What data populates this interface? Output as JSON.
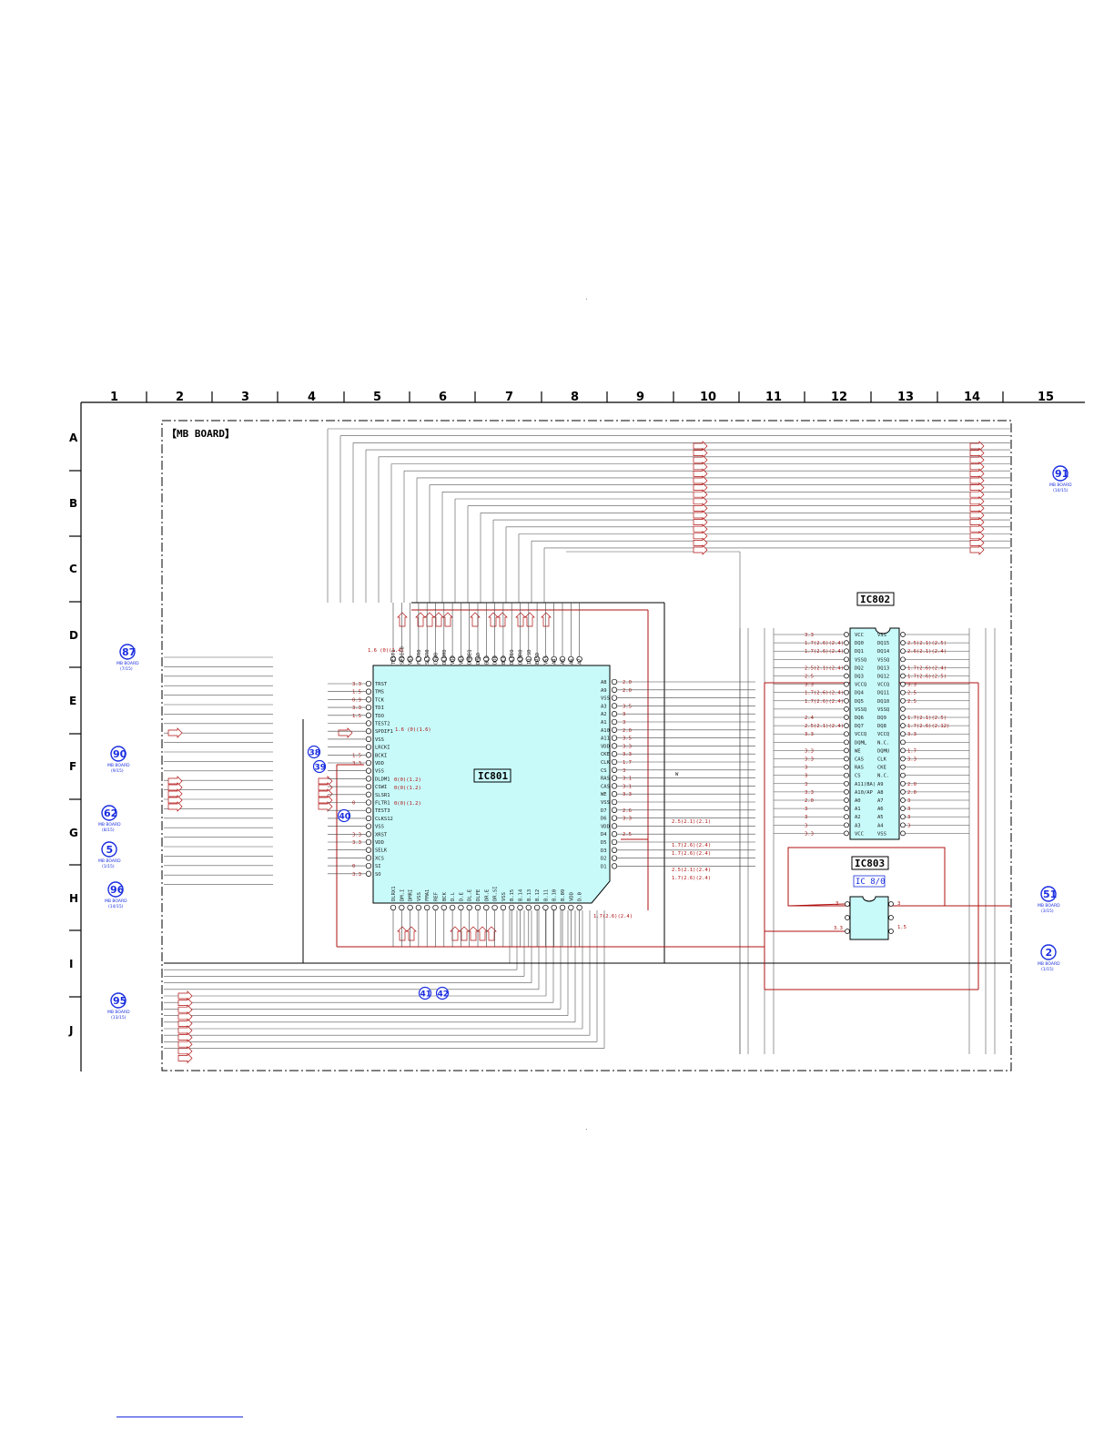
{
  "page": {
    "board_title": "【MB BOARD】",
    "center_marks": [
      ".",
      "."
    ]
  },
  "grid": {
    "columns": [
      "1",
      "2",
      "3",
      "4",
      "5",
      "6",
      "7",
      "8",
      "9",
      "10",
      "11",
      "12",
      "13",
      "14",
      "15"
    ],
    "rows": [
      "A",
      "B",
      "C",
      "D",
      "E",
      "F",
      "G",
      "H",
      "I",
      "J"
    ]
  },
  "ics": {
    "ic801": {
      "label": "IC801",
      "body_color": "#c8fafa"
    },
    "ic802": {
      "label": "IC802"
    },
    "ic803": {
      "label": "IC803",
      "sublabel": "IC 8/0"
    }
  },
  "ic801_left_pins": [
    "TRST",
    "TMS",
    "TCK",
    "TDI",
    "TDO",
    "TEST2",
    "SPDIF1",
    "VSS",
    "LRCKI",
    "BCKI",
    "VDD",
    "VSS",
    "DLDM1",
    "CSWI",
    "SLSR1",
    "FLTR1",
    "TEST3",
    "CLKS12",
    "VSS",
    "XRST",
    "VDD",
    "SELK",
    "XCS",
    "SI",
    "SO"
  ],
  "ic801_left_volts": [
    "3.3",
    "1.5",
    "0.9",
    "3.3",
    "1.5",
    "",
    "",
    "",
    "",
    "1.5",
    "3.3",
    "",
    "",
    "",
    "",
    "0",
    "",
    "",
    "",
    "3.3",
    "3.3",
    "",
    "",
    "0",
    "3.3"
  ],
  "ic801_right_pins": [
    "A8",
    "A9",
    "VSS",
    "A3",
    "A2",
    "A1",
    "A10",
    "A11",
    "VDD",
    "CKE",
    "CLK",
    "CS",
    "RAS",
    "CAS",
    "WE",
    "VSS",
    "D7",
    "D6",
    "VDD",
    "D4",
    "D5",
    "D3",
    "D2",
    "D1"
  ],
  "ic801_right_volts": [
    "2.0",
    "2.0",
    "",
    "3.5",
    "3",
    "3",
    "2.0",
    "3.5",
    "3.3",
    "3.3",
    "1.7",
    "3",
    "3.1",
    "3.1",
    "3.3",
    "",
    "2.6",
    "3.3",
    "",
    "2.5",
    "",
    "",
    "",
    ""
  ],
  "ic801_top_pins": [
    "TEST1",
    "SPDIF0",
    "VSS",
    "FLTR0",
    "SLSR0",
    "CSW0",
    "DLDM0",
    "VDD",
    "VSS",
    "DMREQ",
    "DMAD",
    "BLD",
    "DDB",
    "BCO",
    "DLFEO",
    "DLMR0",
    "ID.SD",
    "ERSD",
    "VSS",
    "A4",
    "A5",
    "A6",
    "A7"
  ],
  "ic801_bottom_pins": [
    "DLRX1",
    "DM.I",
    "DMRI",
    "VSS",
    "FMA1",
    "REF",
    "BCK",
    "D.L",
    "D.E",
    "DL.E",
    "DLFE",
    "DR.E",
    "DR.SI",
    "VSS",
    "B.15",
    "B.14",
    "B.13",
    "B.12",
    "B.11",
    "B.10",
    "B.09",
    "VDD",
    "D.0"
  ],
  "ic802_left_pins": [
    "VCC",
    "DQ0",
    "DQ1",
    "VSSQ",
    "DQ2",
    "DQ3",
    "VCCQ",
    "DQ4",
    "DQ5",
    "VSSQ",
    "DQ6",
    "DQ7",
    "VCCQ",
    "DQML",
    "WE",
    "CAS",
    "RAS",
    "CS",
    "A11(BA)",
    "A10/AP",
    "A0",
    "A1",
    "A2",
    "A3",
    "VCC"
  ],
  "ic802_right_pins": [
    "VSS",
    "DQ15",
    "DQ14",
    "VSSQ",
    "DQ13",
    "DQ12",
    "VCCQ",
    "DQ11",
    "DQ10",
    "VSSQ",
    "DQ9",
    "DQ8",
    "VCCQ",
    "N.C.",
    "DQMU",
    "CLK",
    "CKE",
    "N.C.",
    "A9",
    "A8",
    "A7",
    "A6",
    "A5",
    "A4",
    "VSS"
  ],
  "ic802_left_volts": [
    "3.3",
    "1.7(2.6)(2.4)",
    "1.7(2.6)(2.4)",
    "",
    "2.5(2.1)(2.4)",
    "2.5",
    "3.3",
    "1.7(2.6)(2.4)",
    "1.7(2.6)(2.4)",
    "",
    "2.4",
    "2.5(2.1)(2.4)",
    "3.3",
    "",
    "3.3",
    "3.3",
    "3",
    "3",
    "3",
    "3.3",
    "2.0",
    "3",
    "3",
    "3",
    "3.3"
  ],
  "ic802_right_volts": [
    "",
    "2.5(2.1)(2.5)",
    "2.6(2.1)(2.4)",
    "",
    "1.7(2.6)(2.4)",
    "1.7(2.6)(2.5)",
    "3.3",
    "2.5",
    "2.5",
    "",
    "1.7(2.1)(2.5)",
    "1.7(2.6)(2.12)",
    "3.3",
    "",
    "1.7",
    "3.3",
    "",
    "",
    "2.0",
    "2.0",
    "3",
    "3",
    "3",
    "3",
    ""
  ],
  "connectors": [
    {
      "num": "91",
      "board": "MB BOARD",
      "page": "(10/15)"
    },
    {
      "num": "87",
      "board": "MB BOARD",
      "page": "(7/15)"
    },
    {
      "num": "90",
      "board": "MB BOARD",
      "page": "(9/15)"
    },
    {
      "num": "62",
      "board": "MB BOARD",
      "page": "(8/15)"
    },
    {
      "num": "5",
      "board": "MB BOARD",
      "page": "(1/15)"
    },
    {
      "num": "96",
      "board": "MB BOARD",
      "page": "(14/15)"
    },
    {
      "num": "95",
      "board": "MB BOARD",
      "page": "(13/15)"
    },
    {
      "num": "51",
      "board": "MB BOARD",
      "page": "(3/15)"
    },
    {
      "num": "2",
      "board": "MB BOARD",
      "page": "(1/15)"
    }
  ],
  "ref_points": [
    "38",
    "39",
    "40",
    "41",
    "42"
  ],
  "annotations": {
    "spdif_out": "1.6 (0)(1.6)",
    "test1_v": "1.6 (0)(1.4)",
    "dldm1_v": "0(0)(1.2)",
    "csw1_v": "0(0)(1.2)",
    "fltr1_v": "0(0)(1.2)",
    "d_row": [
      "2.5(2.1)(2.1)",
      "1.7(2.6)(2.4)",
      "1.7(2.6)(2.4)",
      "2.5(2.1)(2.4)",
      "1.7(2.6)(2.4)"
    ],
    "bottom_d": "1.7(2.6)(2.4)",
    "ic803_v": [
      "3",
      "3",
      "3.3",
      "1.5"
    ],
    "small_w": "W"
  }
}
